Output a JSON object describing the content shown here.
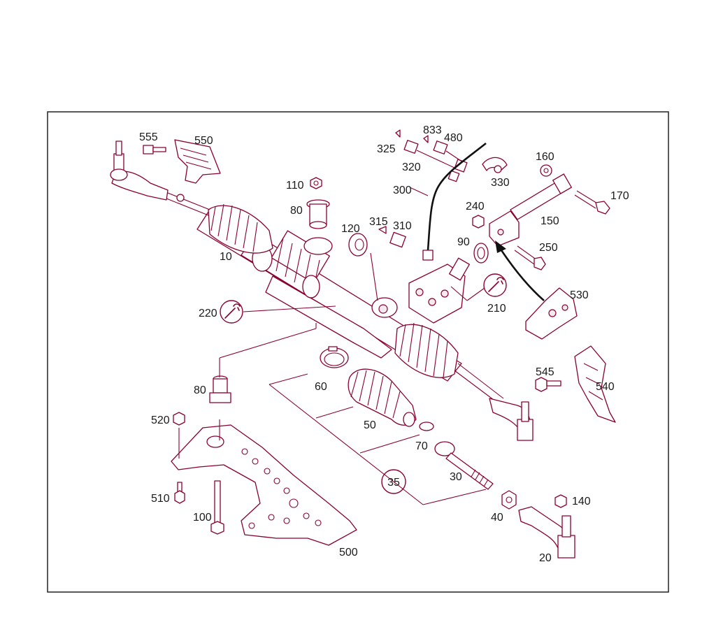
{
  "parts": {
    "p10": "10",
    "p20": "20",
    "p30": "30",
    "p35": "35",
    "p40": "40",
    "p50": "50",
    "p60": "60",
    "p70": "70",
    "p80a": "80",
    "p80b": "80",
    "p90": "90",
    "p100": "100",
    "p110": "110",
    "p120": "120",
    "p140": "140",
    "p150": "150",
    "p160": "160",
    "p170": "170",
    "p210": "210",
    "p220": "220",
    "p240": "240",
    "p250": "250",
    "p300": "300",
    "p310": "310",
    "p315": "315",
    "p320": "320",
    "p325": "325",
    "p330": "330",
    "p480": "480",
    "p500": "500",
    "p510": "510",
    "p520": "520",
    "p530": "530",
    "p540": "540",
    "p545": "545",
    "p550": "550",
    "p555": "555",
    "p833": "833"
  },
  "icons": [
    "wrench-symbol-icon",
    "direction-arrow-icon"
  ],
  "colors": {
    "line": "#8a0030",
    "text": "#1a1a1a",
    "frame": "#222222",
    "background": "#ffffff"
  }
}
